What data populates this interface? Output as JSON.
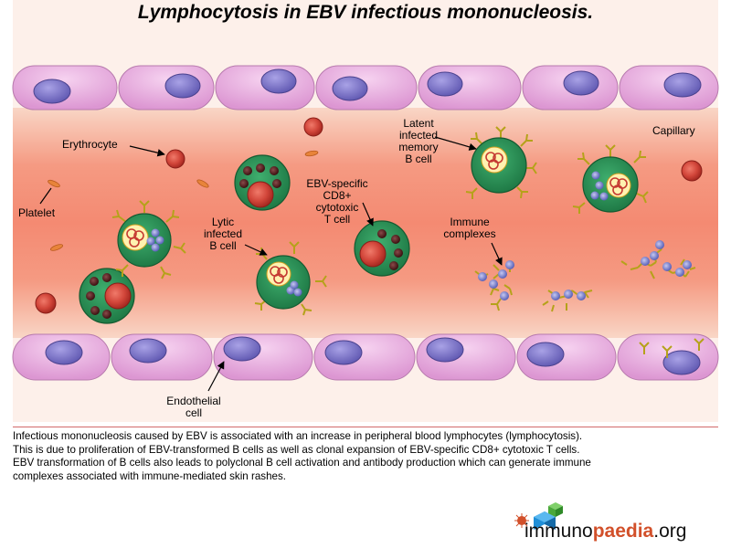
{
  "title": "Lymphocytosis in EBV infectious mononucleosis.",
  "labels": {
    "erythrocyte": "Erythrocyte",
    "platelet": "Platelet",
    "lytic": [
      "Lytic",
      "infected",
      "B cell"
    ],
    "cd8": [
      "EBV-specific",
      "CD8+",
      "cytotoxic",
      "T cell"
    ],
    "latent": [
      "Latent",
      "infected",
      "memory",
      "B cell"
    ],
    "immune": [
      "Immune",
      "complexes"
    ],
    "capillary": "Capillary",
    "endothelial": [
      "Endothelial",
      "cell"
    ]
  },
  "caption": [
    "Infectious mononucleosis caused by EBV is associated with an increase in peripheral blood lymphocytes (lymphocytosis).",
    "This is due to proliferation of EBV-transformed B cells as well as clonal expansion of EBV-specific CD8+ cytotoxic T cells.",
    "EBV transformation of B cells also leads to polyclonal B cell activation and antibody production which can generate immune",
    "complexes associated with immune-mediated skin rashes."
  ],
  "logo": {
    "part1": "immuno",
    "part2": "paedia",
    "part3": ".org"
  },
  "colors": {
    "vessel": "#f6a48e",
    "endothelium": "#e8a6dc",
    "nucleus": "#7a72c8",
    "cell_green": "#2e8b57",
    "erythrocyte": "#c53a32",
    "platelet": "#e8843a",
    "antibody": "#b5a21a"
  }
}
